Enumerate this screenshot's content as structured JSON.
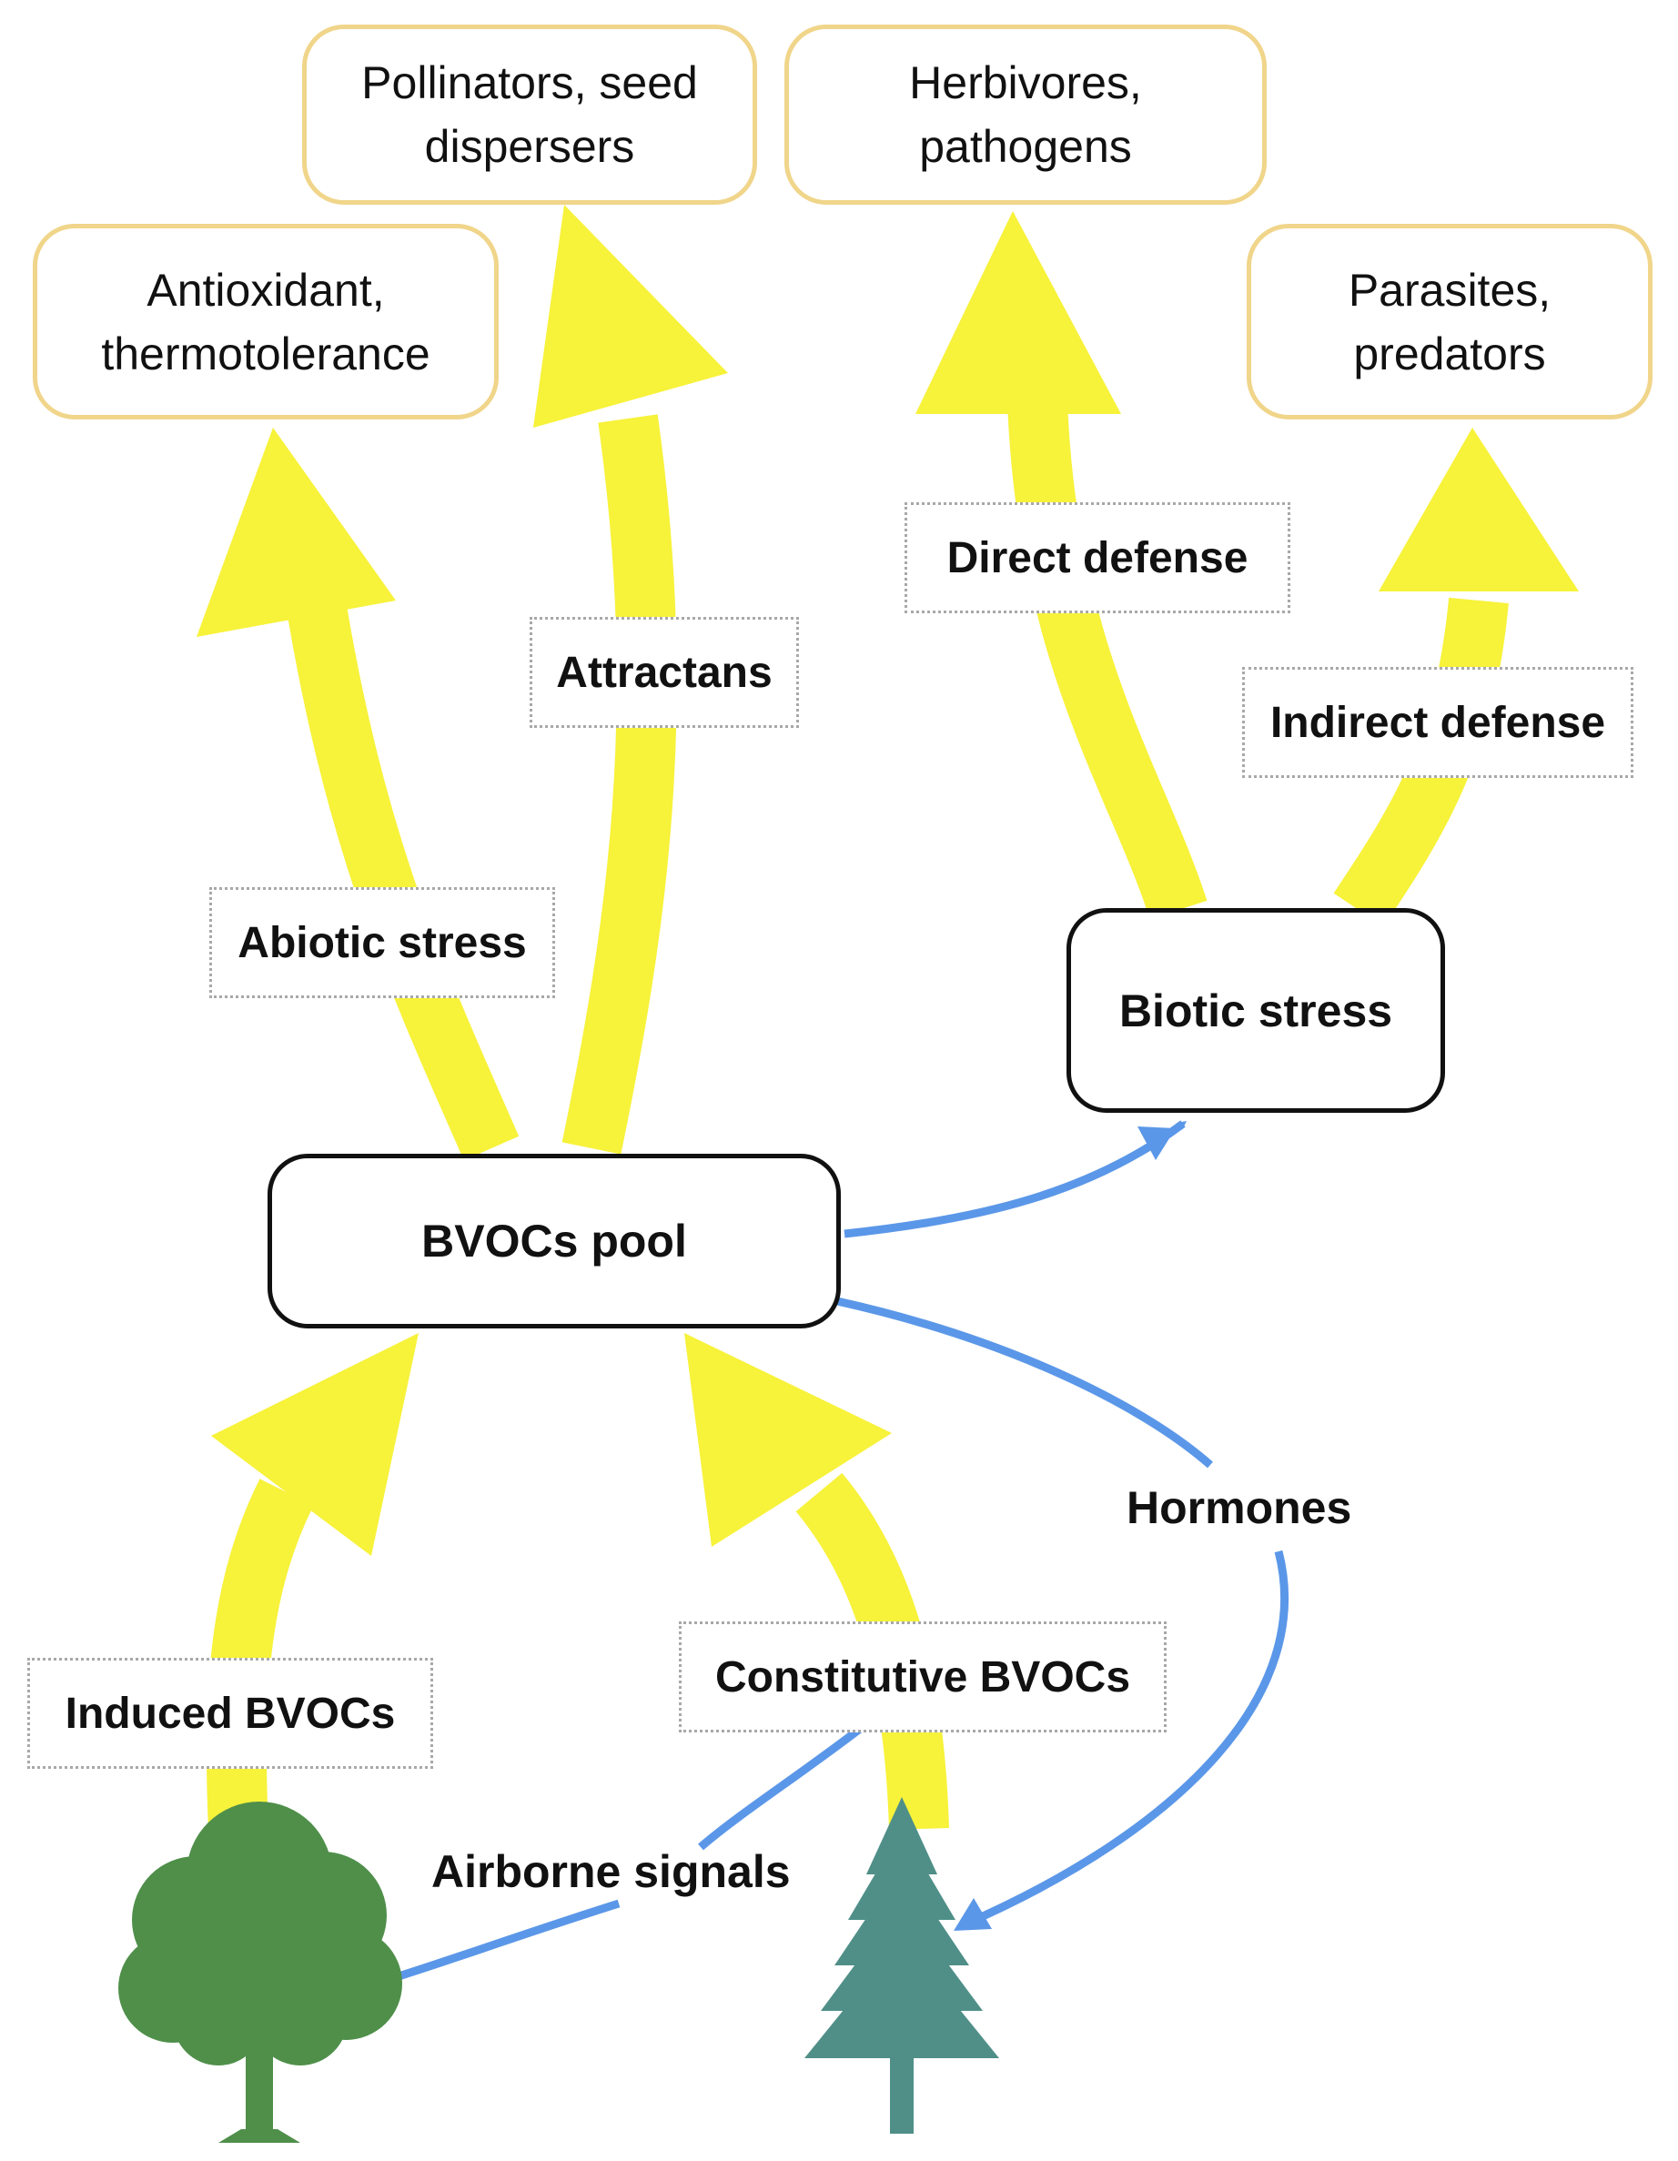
{
  "colors": {
    "pathway_arrow": "#f7f23a",
    "signal_arrow": "#5b97e8",
    "outcome_border": "#f0d58a",
    "node_border": "#111111",
    "label_border": "#a8a8a8",
    "broadleaf_tree": "#4f8f4a",
    "conifer_tree": "#4f8f88"
  },
  "outcomes": {
    "antioxidant": "Antioxidant,\nthermotolerance",
    "pollinators": "Pollinators, seed\ndispersers",
    "herbivores": "Herbivores,\npathogens",
    "parasites": "Parasites,\npredators"
  },
  "nodes": {
    "bvocs_pool": "BVOCs pool",
    "biotic_stress": "Biotic stress"
  },
  "arrow_labels": {
    "abiotic_stress": "Abiotic stress",
    "attractans": "Attractans",
    "direct_defense": "Direct defense",
    "indirect_defense": "Indirect defense",
    "induced_bvocs": "Induced BVOCs",
    "constitutive_bvocs": "Constitutive BVOCs"
  },
  "signal_labels": {
    "hormones": "Hormones",
    "airborne_signals": "Airborne signals"
  },
  "icons": {
    "broadleaf": "broadleaf-tree-icon",
    "conifer": "conifer-tree-icon"
  }
}
